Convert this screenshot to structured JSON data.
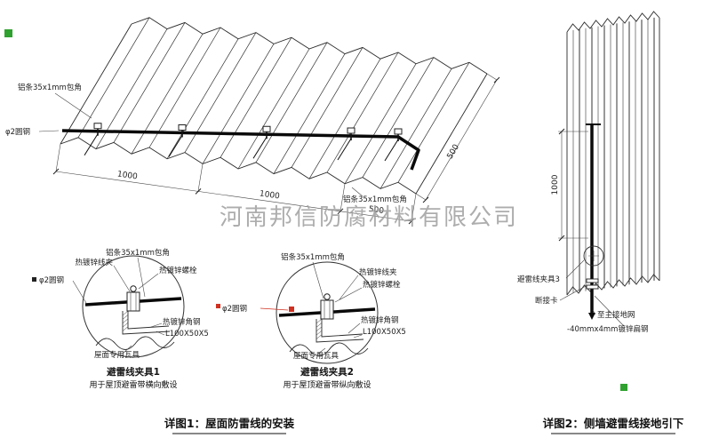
{
  "watermark": "河南邦信防腐材料有限公司",
  "main_view": {
    "label_top_strip": "铝条35x1mm包角",
    "label_round_steel": "φ2圆钢",
    "label_bottom_strip": "铝条35x1mm包角",
    "dims": {
      "d1": "1000",
      "d2": "1000",
      "d3": "500",
      "d_right": "500"
    }
  },
  "detail1": {
    "labels": {
      "clamp": "热镀锌线夹",
      "strip": "铝条35x1mm包角",
      "bolt": "热镀锌螺栓",
      "round_steel": "φ2圆钢",
      "angle_steel": "热镀锌角钢",
      "angle_spec": "L100X50X5",
      "tile": "屋面专用瓦具"
    },
    "title": "避雷线夹具1",
    "subtitle": "用于屋顶避雷带横向敷设"
  },
  "detail2": {
    "labels": {
      "clamp": "热镀锌线夹",
      "strip": "铝条35x1mm包角",
      "bolt": "热镀锌螺栓",
      "round_steel": "φ2圆钢",
      "angle_steel": "热镀锌角钢",
      "angle_spec": "L100X50X5",
      "tile": "屋面专用瓦具"
    },
    "title": "避雷线夹具2",
    "subtitle": "用于屋顶避雷带纵向敷设"
  },
  "side_view": {
    "dim": "1000",
    "labels": {
      "clamp3": "避雷线夹具3",
      "disconnect": "断接卡",
      "to_ground": "至主接地网",
      "flat_steel": "-40mmx4mm镀锌扁钢"
    }
  },
  "captions": {
    "caption1": "详图1：屋面防雷线的安装",
    "caption2": "详图2：侧墙避雷线接地引下"
  },
  "colors": {
    "line": "#2b2b2b",
    "red": "#d03020",
    "green": "#2fa12f",
    "watermark": "#9f9f9f"
  }
}
